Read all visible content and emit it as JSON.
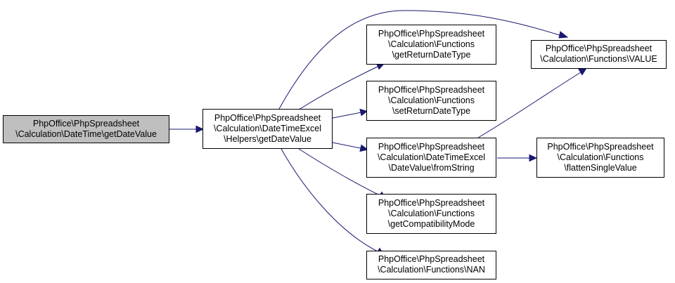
{
  "colors": {
    "edge": "#191970",
    "highlight_fill": "#bfbfbf",
    "node_fill": "#ffffff",
    "node_border": "#000000"
  },
  "nodes": {
    "date_time_get_date_value": {
      "lines": [
        "PhpOffice\\PhpSpreadsheet",
        "\\Calculation\\DateTime\\getDateValue"
      ],
      "highlighted": true
    },
    "helpers_get_date_value": {
      "lines": [
        "PhpOffice\\PhpSpreadsheet",
        "\\Calculation\\DateTimeExcel",
        "\\Helpers\\getDateValue"
      ]
    },
    "functions_get_return_date_type": {
      "lines": [
        "PhpOffice\\PhpSpreadsheet",
        "\\Calculation\\Functions",
        "\\getReturnDateType"
      ]
    },
    "functions_set_return_date_type": {
      "lines": [
        "PhpOffice\\PhpSpreadsheet",
        "\\Calculation\\Functions",
        "\\setReturnDateType"
      ]
    },
    "date_value_from_string": {
      "lines": [
        "PhpOffice\\PhpSpreadsheet",
        "\\Calculation\\DateTimeExcel",
        "\\DateValue\\fromString"
      ]
    },
    "functions_get_compatibility_mode": {
      "lines": [
        "PhpOffice\\PhpSpreadsheet",
        "\\Calculation\\Functions",
        "\\getCompatibilityMode"
      ]
    },
    "functions_nan": {
      "lines": [
        "PhpOffice\\PhpSpreadsheet",
        "\\Calculation\\Functions\\NAN"
      ]
    },
    "functions_value": {
      "lines": [
        "PhpOffice\\PhpSpreadsheet",
        "\\Calculation\\Functions\\VALUE"
      ]
    },
    "functions_flatten_single_value": {
      "lines": [
        "PhpOffice\\PhpSpreadsheet",
        "\\Calculation\\Functions",
        "\\flattenSingleValue"
      ]
    }
  },
  "edges": [
    {
      "from": "date_time_get_date_value",
      "to": "helpers_get_date_value"
    },
    {
      "from": "helpers_get_date_value",
      "to": "functions_get_return_date_type"
    },
    {
      "from": "helpers_get_date_value",
      "to": "functions_set_return_date_type"
    },
    {
      "from": "helpers_get_date_value",
      "to": "date_value_from_string"
    },
    {
      "from": "helpers_get_date_value",
      "to": "functions_get_compatibility_mode"
    },
    {
      "from": "helpers_get_date_value",
      "to": "functions_nan"
    },
    {
      "from": "helpers_get_date_value",
      "to": "functions_value"
    },
    {
      "from": "date_value_from_string",
      "to": "functions_value"
    },
    {
      "from": "date_value_from_string",
      "to": "functions_flatten_single_value"
    }
  ]
}
